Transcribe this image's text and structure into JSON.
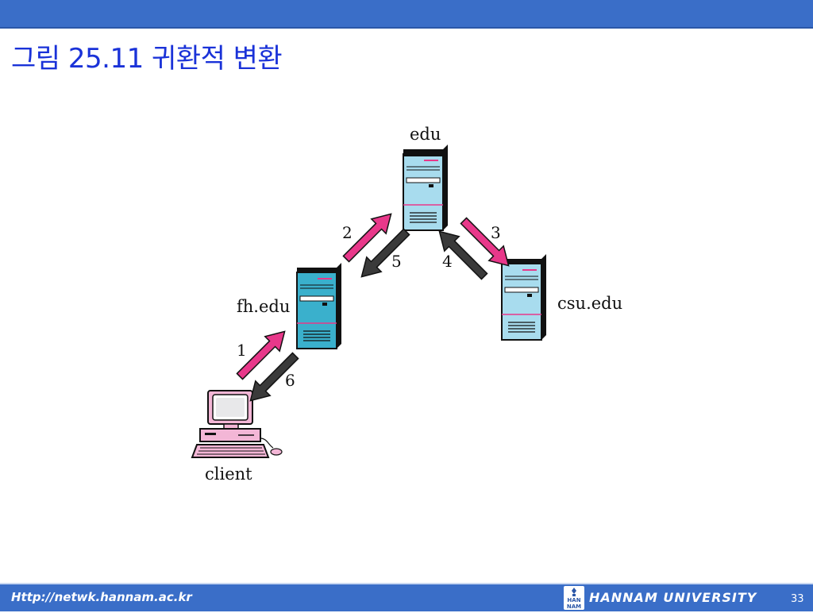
{
  "slide": {
    "title": "그림 25.11 귀환적 변환",
    "page_number": "33"
  },
  "diagram": {
    "nodes": {
      "edu": "edu",
      "fh": "fh.edu",
      "csu": "csu.edu",
      "client": "client"
    },
    "steps": [
      "1",
      "2",
      "3",
      "4",
      "5",
      "6"
    ],
    "colors": {
      "request_arrow": "#e8388a",
      "response_arrow": "#3a3a3a",
      "server_light": "#a8dcee",
      "server_dark": "#3ab0cc",
      "client_pink": "#f3b6d6"
    }
  },
  "footer": {
    "url": "Http://netwk.hannam.ac.kr",
    "university": "HANNAM  UNIVERSITY",
    "logo_text": [
      "HAN",
      "NAM"
    ]
  }
}
